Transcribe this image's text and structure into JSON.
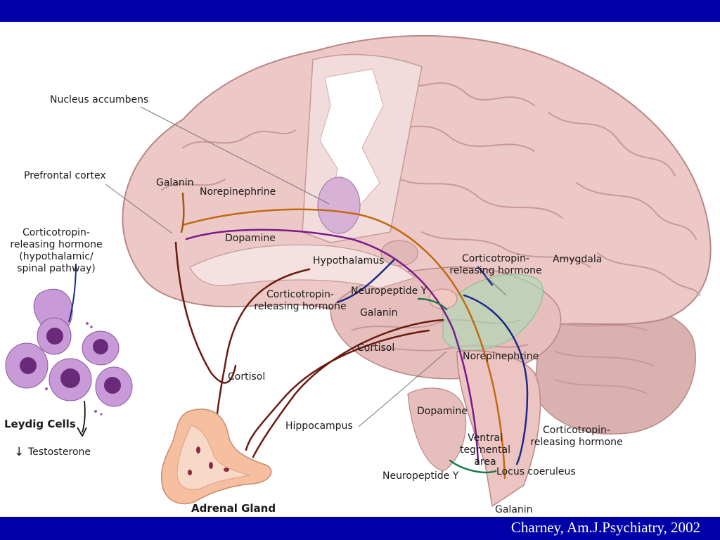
{
  "credit": "Charney, Am.J.Psychiatry, 2002",
  "colors": {
    "bar": "#0000a8",
    "norepinephrine_path": "#c06a10",
    "dopamine_path": "#7a1a8a",
    "crh_path": "#1a2a8a",
    "cortisol_path": "#6a1a10",
    "galanin_path": "#a05a10",
    "neuropeptide_y_path": "#1a7a4a",
    "brain": "#ecc8c6",
    "amygdala": "#a8dcb4",
    "leydig_cells": "#c99ad8",
    "adrenal_gland": "#f5bfa0"
  },
  "labels": {
    "nucleus_accumbens": "Nucleus accumbens",
    "prefrontal_cortex": "Prefrontal cortex",
    "galanin_cortex": "Galanin",
    "norepinephrine_cortex": "Norepinephrine",
    "dopamine_cortex": "Dopamine",
    "crh_pathway": "Corticotropin-\nreleasing hormone\n(hypothalamic/\nspinal pathway)",
    "hypothalamus": "Hypothalamus",
    "crh_hypothalamus": "Corticotropin-\nreleasing hormone",
    "neuropeptide_y_amygdala": "Neuropeptide Y",
    "galanin_amygdala": "Galanin",
    "crh_amygdala": "Corticotropin-\nreleasing hormone",
    "amygdala": "Amygdala",
    "cortisol_hippocampus": "Cortisol",
    "norepinephrine_brainstem": "Norepinephrine",
    "cortisol_adrenal": "Cortisol",
    "leydig_cells": "Leydig Cells",
    "testosterone": "Testosterone",
    "testosterone_arrow": "↓",
    "hippocampus": "Hippocampus",
    "dopamine_brainstem": "Dopamine",
    "crh_brainstem": "Corticotropin-\nreleasing hormone",
    "ventral_tegmental_area": "Ventral\ntegmental\narea",
    "locus_coeruleus": "Locus coeruleus",
    "neuropeptide_y_brainstem": "Neuropeptide Y",
    "adrenal_gland": "Adrenal Gland",
    "galanin_brainstem": "Galanin"
  }
}
